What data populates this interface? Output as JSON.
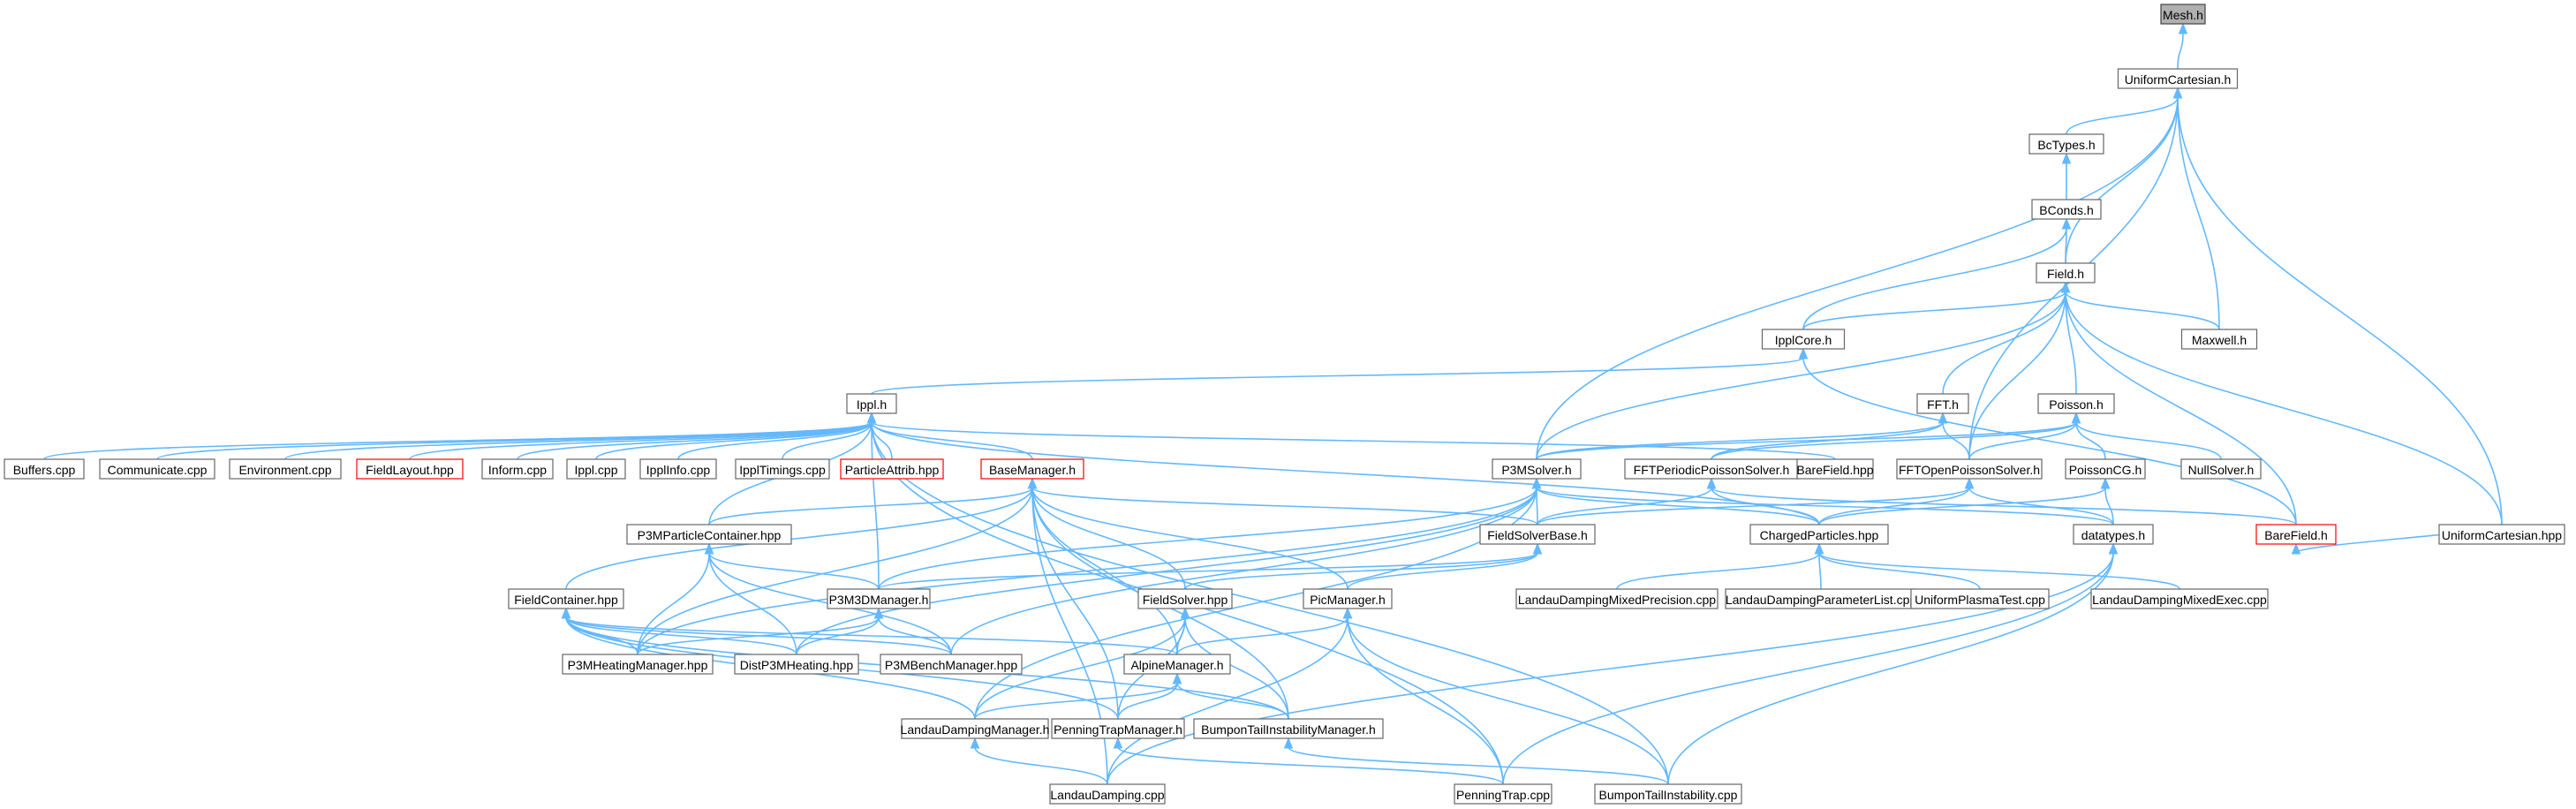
{
  "graph": {
    "root": "mesh",
    "colors": {
      "edge": "#63b8ff",
      "node_border": "#666666",
      "root_fill": "#b0b0b0",
      "highlight_border": "#ff0000"
    },
    "nodes": [
      {
        "id": "mesh",
        "label": "Mesh.h",
        "style": "root"
      },
      {
        "id": "unifcart",
        "label": "UniformCartesian.h"
      },
      {
        "id": "bctypes",
        "label": "BcTypes.h"
      },
      {
        "id": "bconds",
        "label": "BConds.h"
      },
      {
        "id": "field",
        "label": "Field.h"
      },
      {
        "id": "ipplcore",
        "label": "IpplCore.h"
      },
      {
        "id": "maxwell",
        "label": "Maxwell.h"
      },
      {
        "id": "ippl",
        "label": "Ippl.h"
      },
      {
        "id": "ffth",
        "label": "FFT.h"
      },
      {
        "id": "poisson",
        "label": "Poisson.h"
      },
      {
        "id": "buffers",
        "label": "Buffers.cpp"
      },
      {
        "id": "communicate",
        "label": "Communicate.cpp"
      },
      {
        "id": "environment",
        "label": "Environment.cpp"
      },
      {
        "id": "fieldlayout",
        "label": "FieldLayout.hpp",
        "style": "red"
      },
      {
        "id": "inform",
        "label": "Inform.cpp"
      },
      {
        "id": "ipplcpp",
        "label": "Ippl.cpp"
      },
      {
        "id": "ipplinfo",
        "label": "IpplInfo.cpp"
      },
      {
        "id": "ippltimings",
        "label": "IpplTimings.cpp"
      },
      {
        "id": "particleattrib",
        "label": "ParticleAttrib.hpp",
        "style": "red"
      },
      {
        "id": "basemanager",
        "label": "BaseManager.h",
        "style": "red"
      },
      {
        "id": "p3msolver",
        "label": "P3MSolver.h"
      },
      {
        "id": "fftperiodic",
        "label": "FFTPeriodicPoissonSolver.h"
      },
      {
        "id": "barefieldhpp",
        "label": "BareField.hpp"
      },
      {
        "id": "fftopen",
        "label": "FFTOpenPoissonSolver.h"
      },
      {
        "id": "poissoncg",
        "label": "PoissonCG.h"
      },
      {
        "id": "nullsolver",
        "label": "NullSolver.h"
      },
      {
        "id": "p3mparticle",
        "label": "P3MParticleContainer.hpp"
      },
      {
        "id": "fieldsolverbase",
        "label": "FieldSolverBase.h"
      },
      {
        "id": "chargedparticles",
        "label": "ChargedParticles.hpp"
      },
      {
        "id": "datatypes",
        "label": "datatypes.h"
      },
      {
        "id": "barefieldh",
        "label": "BareField.h",
        "style": "red"
      },
      {
        "id": "unifcarthpp",
        "label": "UniformCartesian.hpp"
      },
      {
        "id": "fieldcontainer",
        "label": "FieldContainer.hpp"
      },
      {
        "id": "p3m3dmanager",
        "label": "P3M3DManager.h"
      },
      {
        "id": "fieldsolverhpp",
        "label": "FieldSolver.hpp"
      },
      {
        "id": "picmanager",
        "label": "PicManager.h"
      },
      {
        "id": "ldmixedprecision",
        "label": "LandauDampingMixedPrecision.cpp"
      },
      {
        "id": "ldparamlist",
        "label": "LandauDampingParameterList.cpp"
      },
      {
        "id": "uniformplasma",
        "label": "UniformPlasmaTest.cpp"
      },
      {
        "id": "ldmixedexec",
        "label": "LandauDampingMixedExec.cpp"
      },
      {
        "id": "p3mheating",
        "label": "P3MHeatingManager.hpp"
      },
      {
        "id": "distp3mheating",
        "label": "DistP3MHeating.hpp"
      },
      {
        "id": "p3mbench",
        "label": "P3MBenchManager.hpp"
      },
      {
        "id": "alpinemanager",
        "label": "AlpineManager.h"
      },
      {
        "id": "ldmanager",
        "label": "LandauDampingManager.h"
      },
      {
        "id": "penningmanager",
        "label": "PenningTrapManager.h"
      },
      {
        "id": "bumpontailmanager",
        "label": "BumponTailInstabilityManager.h"
      },
      {
        "id": "landaudamping",
        "label": "LandauDamping.cpp"
      },
      {
        "id": "penningtrap",
        "label": "PenningTrap.cpp"
      },
      {
        "id": "bumpontail",
        "label": "BumponTailInstability.cpp"
      }
    ],
    "edges": [
      [
        "unifcart",
        "mesh"
      ],
      [
        "bctypes",
        "unifcart"
      ],
      [
        "field",
        "unifcart"
      ],
      [
        "maxwell",
        "unifcart"
      ],
      [
        "p3msolver",
        "unifcart"
      ],
      [
        "fftopen",
        "unifcart"
      ],
      [
        "unifcarthpp",
        "unifcart"
      ],
      [
        "bconds",
        "bctypes"
      ],
      [
        "field",
        "bconds"
      ],
      [
        "ipplcore",
        "bconds"
      ],
      [
        "ipplcore",
        "field"
      ],
      [
        "maxwell",
        "field"
      ],
      [
        "ffth",
        "field"
      ],
      [
        "poisson",
        "field"
      ],
      [
        "p3msolver",
        "field"
      ],
      [
        "fftopen",
        "field"
      ],
      [
        "barefieldh",
        "field"
      ],
      [
        "unifcarthpp",
        "field"
      ],
      [
        "ippl",
        "ipplcore"
      ],
      [
        "barefieldh",
        "ipplcore"
      ],
      [
        "buffers",
        "ippl"
      ],
      [
        "communicate",
        "ippl"
      ],
      [
        "environment",
        "ippl"
      ],
      [
        "fieldlayout",
        "ippl"
      ],
      [
        "inform",
        "ippl"
      ],
      [
        "ipplcpp",
        "ippl"
      ],
      [
        "ipplinfo",
        "ippl"
      ],
      [
        "ippltimings",
        "ippl"
      ],
      [
        "particleattrib",
        "ippl"
      ],
      [
        "basemanager",
        "ippl"
      ],
      [
        "barefieldhpp",
        "ippl"
      ],
      [
        "p3mparticle",
        "ippl"
      ],
      [
        "p3m3dmanager",
        "ippl"
      ],
      [
        "chargedparticles",
        "ippl"
      ],
      [
        "penningtrap",
        "ippl"
      ],
      [
        "bumpontail",
        "ippl"
      ],
      [
        "p3msolver",
        "ffth"
      ],
      [
        "fftperiodic",
        "ffth"
      ],
      [
        "fftopen",
        "ffth"
      ],
      [
        "p3msolver",
        "poisson"
      ],
      [
        "fftperiodic",
        "poisson"
      ],
      [
        "fftopen",
        "poisson"
      ],
      [
        "poissoncg",
        "poisson"
      ],
      [
        "nullsolver",
        "poisson"
      ],
      [
        "p3mparticle",
        "basemanager"
      ],
      [
        "fieldsolverbase",
        "basemanager"
      ],
      [
        "fieldcontainer",
        "basemanager"
      ],
      [
        "fieldsolverhpp",
        "basemanager"
      ],
      [
        "picmanager",
        "basemanager"
      ],
      [
        "alpinemanager",
        "basemanager"
      ],
      [
        "penningmanager",
        "basemanager"
      ],
      [
        "bumpontailmanager",
        "basemanager"
      ],
      [
        "landaudamping",
        "basemanager"
      ],
      [
        "p3mheating",
        "basemanager"
      ],
      [
        "fieldsolverbase",
        "p3msolver"
      ],
      [
        "p3m3dmanager",
        "p3msolver"
      ],
      [
        "chargedparticles",
        "p3msolver"
      ],
      [
        "datatypes",
        "p3msolver"
      ],
      [
        "p3mheating",
        "p3msolver"
      ],
      [
        "distp3mheating",
        "p3msolver"
      ],
      [
        "p3mbench",
        "p3msolver"
      ],
      [
        "ldmanager",
        "p3msolver"
      ],
      [
        "fieldsolverbase",
        "fftperiodic"
      ],
      [
        "chargedparticles",
        "fftperiodic"
      ],
      [
        "barefieldh",
        "fftperiodic"
      ],
      [
        "fieldsolverbase",
        "fftopen"
      ],
      [
        "chargedparticles",
        "fftopen"
      ],
      [
        "datatypes",
        "fftopen"
      ],
      [
        "datatypes",
        "poissoncg"
      ],
      [
        "chargedparticles",
        "poissoncg"
      ],
      [
        "p3m3dmanager",
        "p3mparticle"
      ],
      [
        "p3mheating",
        "p3mparticle"
      ],
      [
        "distp3mheating",
        "p3mparticle"
      ],
      [
        "p3mbench",
        "p3mparticle"
      ],
      [
        "p3m3dmanager",
        "fieldsolverbase"
      ],
      [
        "fieldsolverhpp",
        "fieldsolverbase"
      ],
      [
        "picmanager",
        "fieldsolverbase"
      ],
      [
        "ldmixedprecision",
        "chargedparticles"
      ],
      [
        "ldparamlist",
        "chargedparticles"
      ],
      [
        "uniformplasma",
        "chargedparticles"
      ],
      [
        "ldmixedexec",
        "chargedparticles"
      ],
      [
        "landaudamping",
        "datatypes"
      ],
      [
        "penningtrap",
        "datatypes"
      ],
      [
        "bumpontail",
        "datatypes"
      ],
      [
        "unifcarthpp",
        "barefieldh"
      ],
      [
        "p3mheating",
        "fieldcontainer"
      ],
      [
        "distp3mheating",
        "fieldcontainer"
      ],
      [
        "p3mbench",
        "fieldcontainer"
      ],
      [
        "alpinemanager",
        "fieldcontainer"
      ],
      [
        "ldmanager",
        "fieldcontainer"
      ],
      [
        "penningmanager",
        "fieldcontainer"
      ],
      [
        "bumpontailmanager",
        "fieldcontainer"
      ],
      [
        "p3mheating",
        "p3m3dmanager"
      ],
      [
        "distp3mheating",
        "p3m3dmanager"
      ],
      [
        "p3mbench",
        "p3m3dmanager"
      ],
      [
        "alpinemanager",
        "fieldsolverhpp"
      ],
      [
        "ldmanager",
        "fieldsolverhpp"
      ],
      [
        "penningmanager",
        "fieldsolverhpp"
      ],
      [
        "bumpontailmanager",
        "fieldsolverhpp"
      ],
      [
        "alpinemanager",
        "picmanager"
      ],
      [
        "landaudamping",
        "picmanager"
      ],
      [
        "penningtrap",
        "picmanager"
      ],
      [
        "bumpontail",
        "picmanager"
      ],
      [
        "ldmanager",
        "alpinemanager"
      ],
      [
        "penningmanager",
        "alpinemanager"
      ],
      [
        "bumpontailmanager",
        "alpinemanager"
      ],
      [
        "landaudamping",
        "ldmanager"
      ],
      [
        "penningtrap",
        "penningmanager"
      ],
      [
        "bumpontail",
        "bumpontailmanager"
      ]
    ]
  }
}
